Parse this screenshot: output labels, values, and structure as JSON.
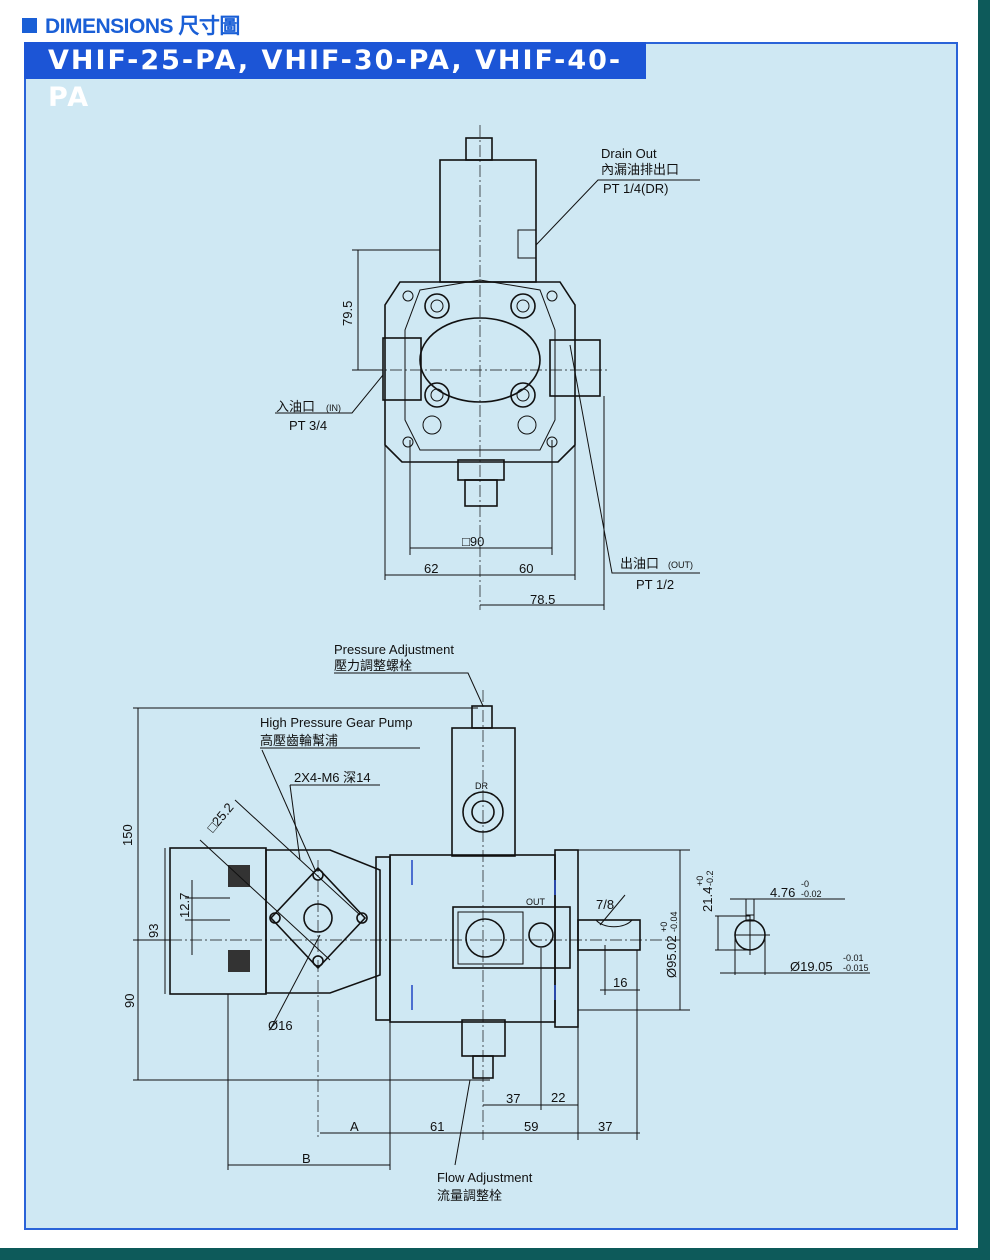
{
  "header": {
    "section": "DIMENSIONS 尺寸圖",
    "models": "VHIF-25-PA, VHIF-30-PA, VHIF-40-PA"
  },
  "top_view": {
    "drain_out_en": "Drain Out",
    "drain_out_zh": "內漏油排出口",
    "drain_out_thread": "PT 1/4(DR)",
    "dim_height": "79.5",
    "inlet_zh": "入油口",
    "inlet_en": "(IN)",
    "inlet_thread": "PT 3/4",
    "dim_square": "□90",
    "dim_left": "62",
    "dim_right": "60",
    "dim_total": "78.5",
    "outlet_zh": "出油口",
    "outlet_en": "(OUT)",
    "outlet_thread": "PT 1/2"
  },
  "side_view": {
    "pressure_adj_en": "Pressure Adjustment",
    "pressure_adj_zh": "壓力調整螺栓",
    "gear_pump_en": "High Pressure Gear Pump",
    "gear_pump_zh": "高壓齒輪幫浦",
    "bolt_spec": "2X4-M6 深14",
    "dim_sq25": "□25.2",
    "dim_150": "150",
    "dim_12_7": "12.7",
    "dim_93": "93",
    "dim_90": "90",
    "dr_label": "DR",
    "out_label": "OUT",
    "key_78": "7/8",
    "dim_95": "Ø95.02",
    "dim_95_tol_up": "+0",
    "dim_95_tol_lo": "-0.04",
    "dim_16": "16",
    "dim_phi16": "Ø16",
    "dim_37a": "37",
    "dim_22": "22",
    "dim_A": "A",
    "dim_61": "61",
    "dim_59": "59",
    "dim_37b": "37",
    "dim_B": "B",
    "flow_adj_en": "Flow Adjustment",
    "flow_adj_zh": "流量調整栓"
  },
  "shaft_detail": {
    "dim_21_4": "21.4",
    "dim_21_4_up": "+0",
    "dim_21_4_lo": "-0.2",
    "dim_key": "4.76",
    "dim_key_up": "-0",
    "dim_key_lo": "-0.02",
    "dim_shaft": "Ø19.05",
    "dim_shaft_up": "-0.01",
    "dim_shaft_lo": "-0.015"
  },
  "colors": {
    "accent": "#1c55d6",
    "panel": "#cfe8f3",
    "frame": "#0d5a5a"
  }
}
